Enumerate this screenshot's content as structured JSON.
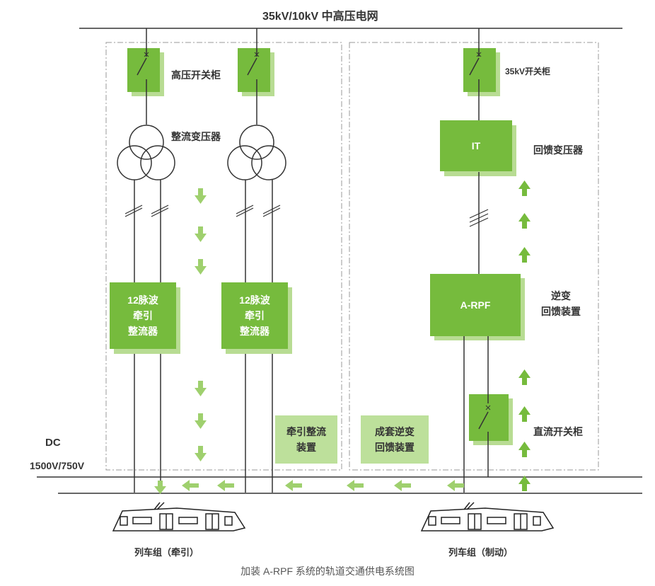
{
  "diagram": {
    "grid_label": "35kV/10kV 中高压电网",
    "hv_switchgear": "高压开关柜",
    "rectifier_transformer": "整流变压器",
    "rectifier_unit": [
      "12脉波",
      "牵引",
      "整流器"
    ],
    "switchgear_35kv": "35kV开关柜",
    "it_box": "IT",
    "feedback_transformer": "回馈变压器",
    "arpf_box": "A-RPF",
    "inverter_device": [
      "逆变",
      "回馈装置"
    ],
    "dc_switchgear": "直流开关柜",
    "dc_label": [
      "DC",
      "1500V/750V"
    ],
    "traction_rectifier_device": [
      "牵引整流",
      "装置"
    ],
    "inverter_feedback_set": [
      "成套逆变",
      "回馈装置"
    ],
    "train_traction": "列车组（牵引）",
    "train_braking": "列车组（制动）",
    "caption": "加装 A-RPF 系统的轨道交通供电系统图"
  },
  "colors": {
    "green": "#76bb3d",
    "light_green": "#b8dc93",
    "arrow_green": "#9fd06e",
    "line": "#333333"
  },
  "icons": [
    "switch-icon",
    "transformer-icon",
    "arrow-down-icon",
    "arrow-left-icon",
    "arrow-up-icon",
    "train-icon"
  ]
}
